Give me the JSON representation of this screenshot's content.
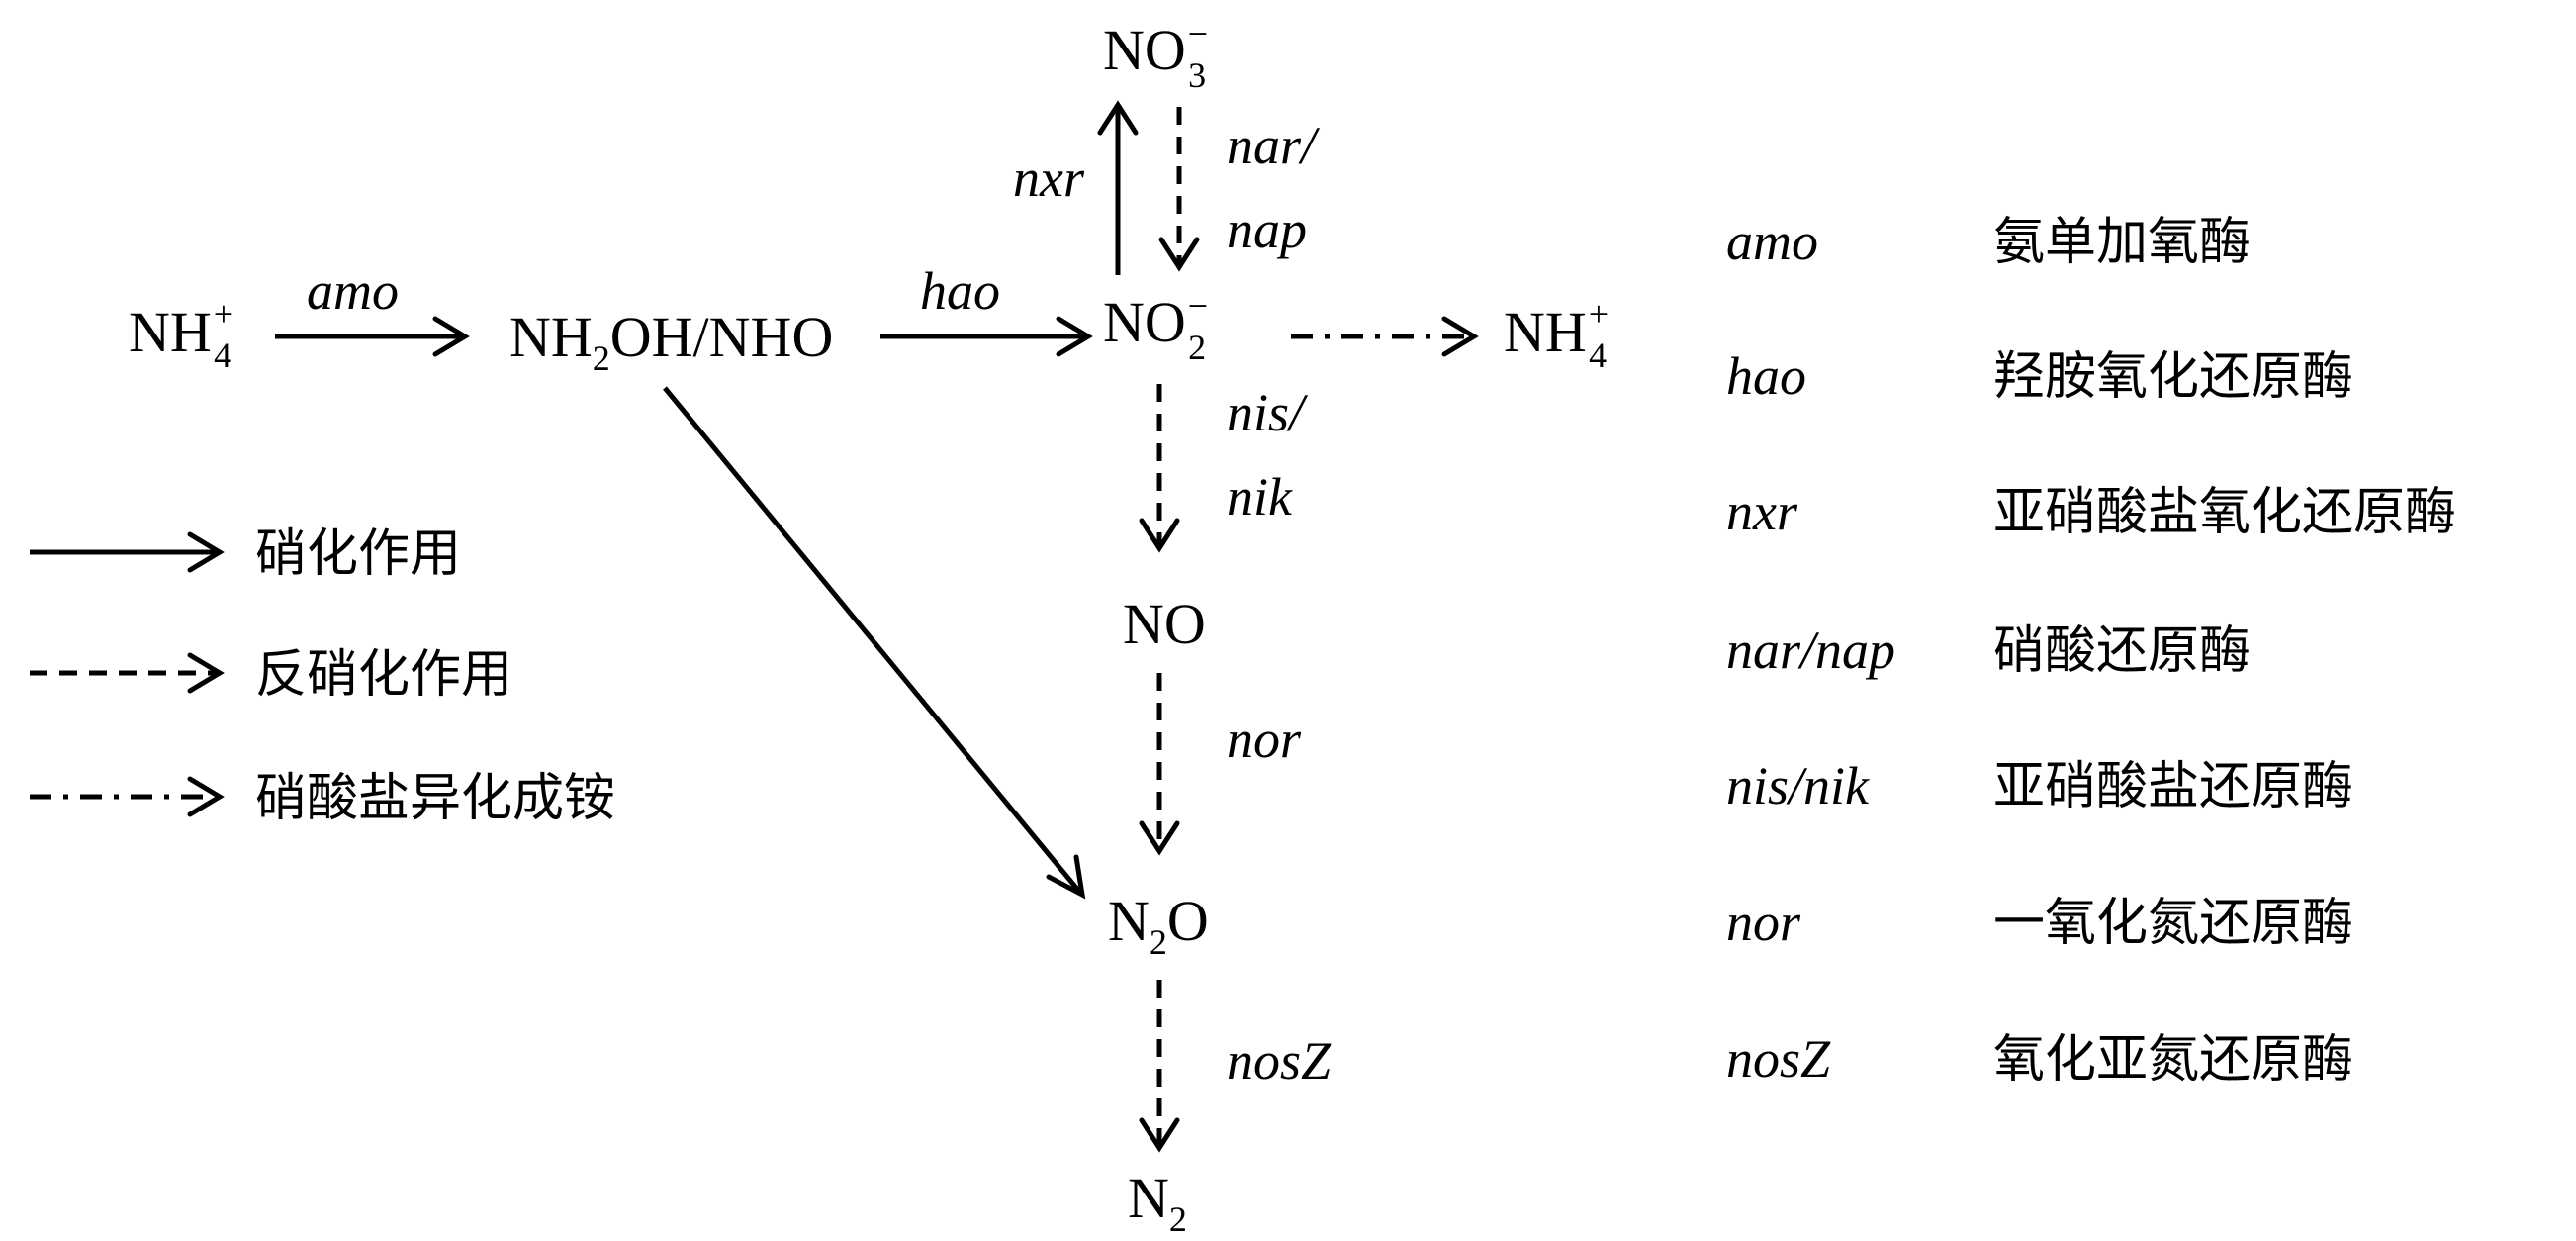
{
  "species": {
    "nh4_left": {
      "base": "NH",
      "sub": "4",
      "sup": "+"
    },
    "nh2oh": {
      "p1": "NH",
      "sub": "2",
      "p2": "OH/NHO"
    },
    "no2": {
      "base": "NO",
      "sub": "2",
      "sup": "−"
    },
    "no3": {
      "base": "NO",
      "sub": "3",
      "sup": "−"
    },
    "nh4_right": {
      "base": "NH",
      "sub": "4",
      "sup": "+"
    },
    "no": "NO",
    "n2o": {
      "p1": "N",
      "sub": "2",
      "p2": "O"
    },
    "n2": {
      "base": "N",
      "sub": "2"
    }
  },
  "path_labels": {
    "amo": "amo",
    "hao": "hao",
    "nxr": "nxr",
    "nar": "nar/",
    "nap": "nap",
    "nis": "nis/",
    "nik": "nik",
    "nor": "nor",
    "nosz": "nosZ"
  },
  "legend": {
    "nitrification": "硝化作用",
    "denitrification": "反硝化作用",
    "dnra": "硝酸盐异化成铵"
  },
  "enzyme_table": [
    {
      "gene": "amo",
      "name": "氨单加氧酶"
    },
    {
      "gene": "hao",
      "name": "羟胺氧化还原酶"
    },
    {
      "gene": "nxr",
      "name": "亚硝酸盐氧化还原酶"
    },
    {
      "gene": "nar/nap",
      "name": "硝酸还原酶"
    },
    {
      "gene": "nis/nik",
      "name": "亚硝酸盐还原酶"
    },
    {
      "gene": "nor",
      "name": "一氧化氮还原酶"
    },
    {
      "gene": "nosZ",
      "name": "氧化亚氮还原酶"
    }
  ]
}
